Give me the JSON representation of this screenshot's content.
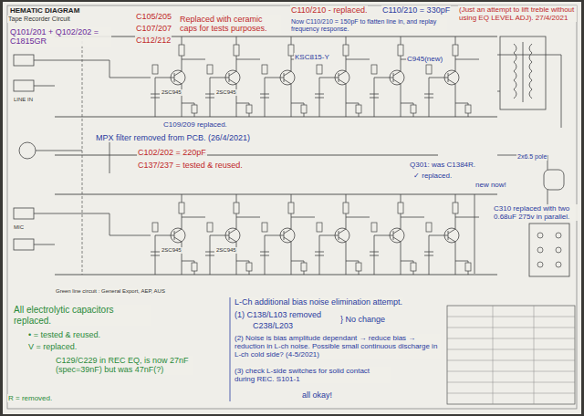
{
  "diagram": {
    "title": "HEMATIC DIAGRAM",
    "labels": [
      "Tape Recorder Circuit",
      "C105/205",
      "C107/207",
      "C112/212",
      "Replaced with ceramic caps for tests purposes.",
      "Q101/201 + Q102/202 = C1815GR",
      "C110/210 - replaced.",
      "C110/210 = 330pF",
      "(Just an attempt to lift treble without using EQ LEVEL ADJ). 27/4/2021",
      "Now C110/210 = 150pF to flatten line in, and replay frequency response.",
      "KSC815-Y",
      "C945(new)",
      "2SC945",
      "2SC945",
      "C109/209 replaced.",
      "MPX filter removed from PCB. (26/4/2021)",
      "C102/202 = 220pF",
      "C137/237 = tested & reused.",
      "LINE IN",
      "Q301: was C1384R.",
      "✓ replaced.",
      "new now!",
      "2x6.5 pole",
      "C310 replaced with two 0.68uF 275v in parallel.",
      "2SC945",
      "2SC945",
      "MIC",
      "Green line circuit : General Export, AEP, AUS",
      "All electrolytic capacitors replaced.",
      "• = tested & reused.",
      "V = replaced.",
      "C129/C229 in REC EQ, is now 27nF (spec=39nF) but was 47nF(?)",
      "R = removed.",
      "L-Ch additional bias noise elimination attempt.",
      "(1) C138/L103 removed",
      "C238/L203",
      "} No change",
      "(2) Noise is bias amplitude dependant → reduce bias → reduction in L-ch noise. Possible small continuous discharge in L-ch cold side? (4-5/2021)",
      "(3) check L-side switches for solid contact during REC. S101-1",
      "all okay!"
    ]
  }
}
